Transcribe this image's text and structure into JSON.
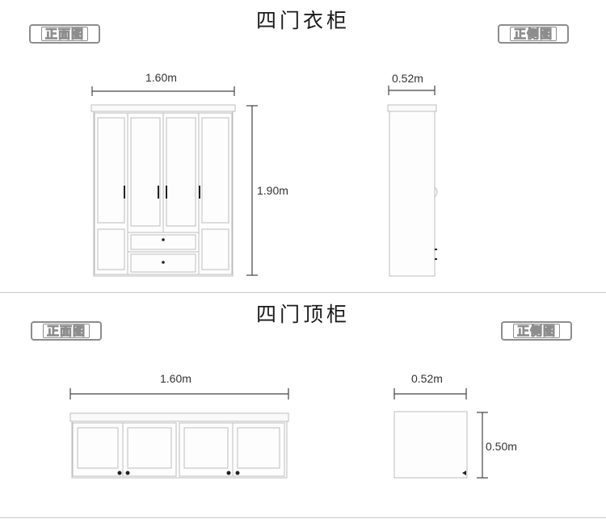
{
  "wardrobe": {
    "title": "四门衣柜",
    "front_badge": "正面图",
    "side_badge": "正侧图",
    "width": "1.60m",
    "depth": "0.52m",
    "height": "1.90m"
  },
  "top_cabinet": {
    "title": "四门顶柜",
    "front_badge": "正面图",
    "side_badge": "正侧图",
    "width": "1.60m",
    "depth": "0.52m",
    "height": "0.50m"
  },
  "colors": {
    "line": "#555555",
    "panel": "#bdbdbd",
    "divider": "#c8c8c8"
  }
}
